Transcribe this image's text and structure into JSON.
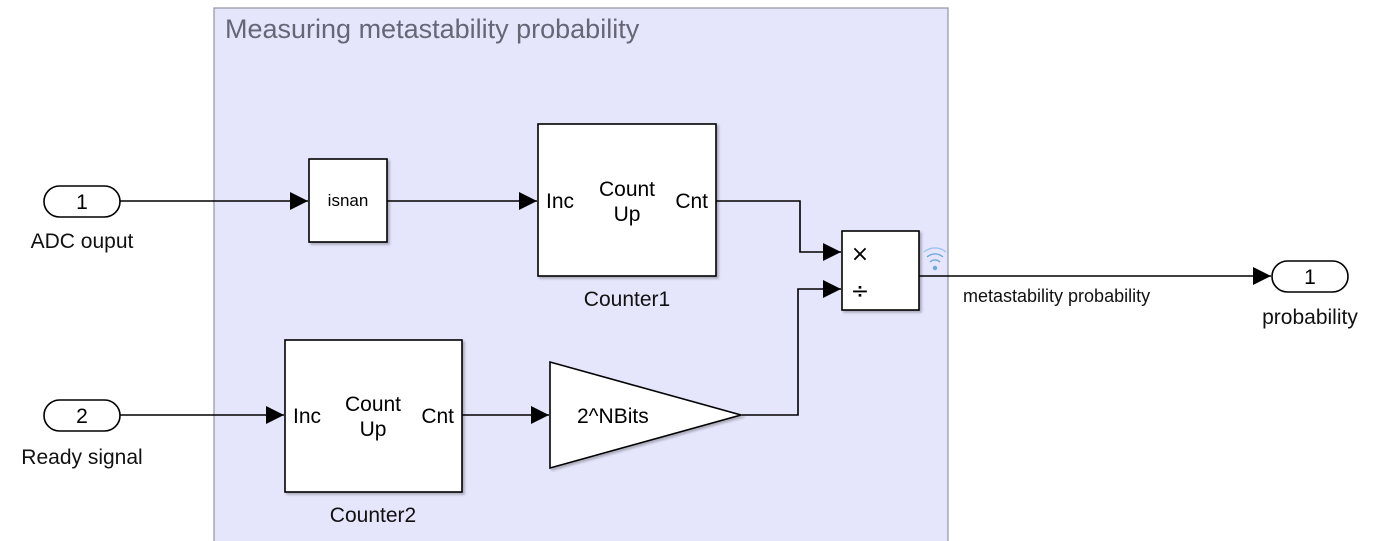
{
  "area": {
    "title": "Measuring metastability probability",
    "fill": "#e5e5fb",
    "border": "#9a9aaa"
  },
  "inports": [
    {
      "number": "1",
      "label": "ADC ouput"
    },
    {
      "number": "2",
      "label": "Ready signal"
    }
  ],
  "outports": [
    {
      "number": "1",
      "label": "probability"
    }
  ],
  "blocks": {
    "isnan": {
      "text": "isnan"
    },
    "counter1": {
      "inc": "Inc",
      "count": "Count",
      "up": "Up",
      "cnt": "Cnt",
      "name": "Counter1"
    },
    "counter2": {
      "inc": "Inc",
      "count": "Count",
      "up": "Up",
      "cnt": "Cnt",
      "name": "Counter2"
    },
    "gain": {
      "text": "2^NBits"
    },
    "divide": {
      "mult_symbol": "×",
      "div_symbol": "÷"
    }
  },
  "signals": {
    "output_signal_label": "metastability probability"
  },
  "icons": {
    "logging": "signal-logging-icon"
  },
  "colors": {
    "logging_icon": "#6fa8dc"
  }
}
